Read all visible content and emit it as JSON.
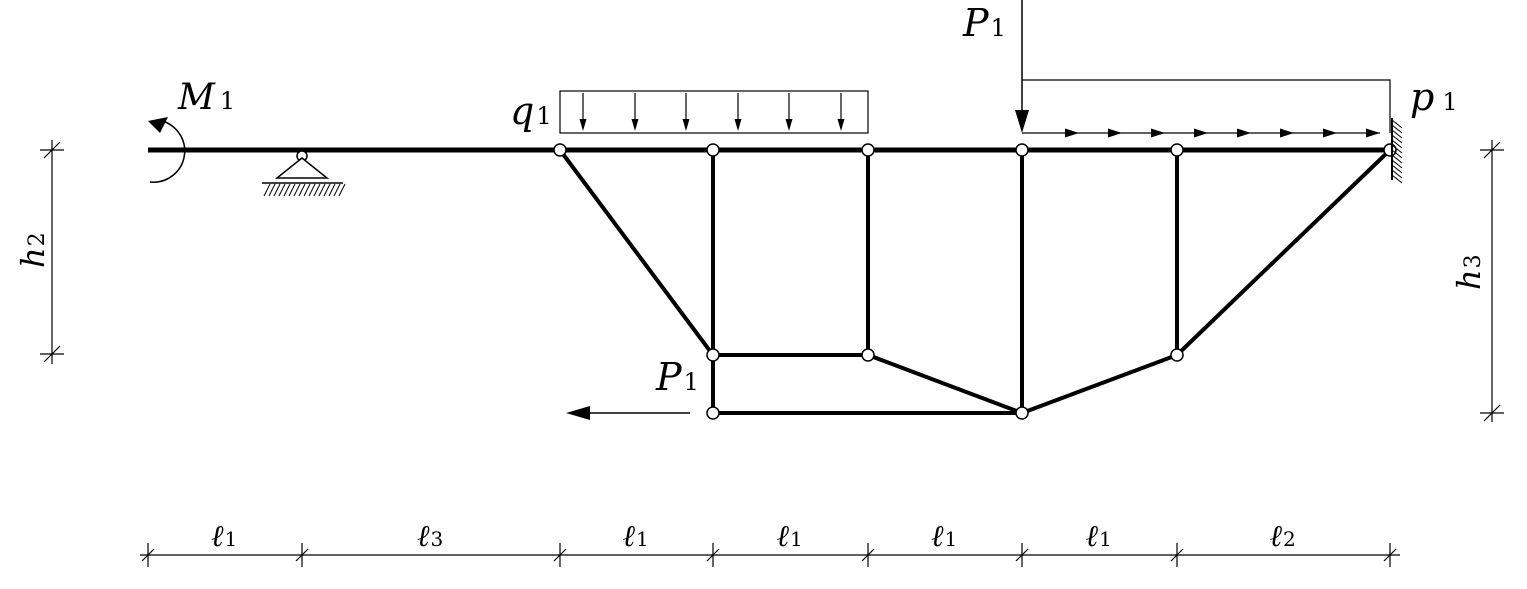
{
  "labels": {
    "moment": {
      "main": "M",
      "sub": "1"
    },
    "dist_load_q": {
      "main": "q",
      "sub": "1"
    },
    "point_load_top": {
      "main": "P",
      "sub": "1"
    },
    "dist_load_p": {
      "main": "p",
      "sub": "1"
    },
    "point_load_bottom": {
      "main": "P",
      "sub": "1"
    },
    "height_left": {
      "main": "h",
      "sub": "2"
    },
    "height_right": {
      "main": "h",
      "sub": "3"
    }
  },
  "spans": [
    {
      "main": "ℓ",
      "sub": "1"
    },
    {
      "main": "ℓ",
      "sub": "3"
    },
    {
      "main": "ℓ",
      "sub": "1"
    },
    {
      "main": "ℓ",
      "sub": "1"
    },
    {
      "main": "ℓ",
      "sub": "1"
    },
    {
      "main": "ℓ",
      "sub": "1"
    },
    {
      "main": "ℓ",
      "sub": "2"
    }
  ]
}
